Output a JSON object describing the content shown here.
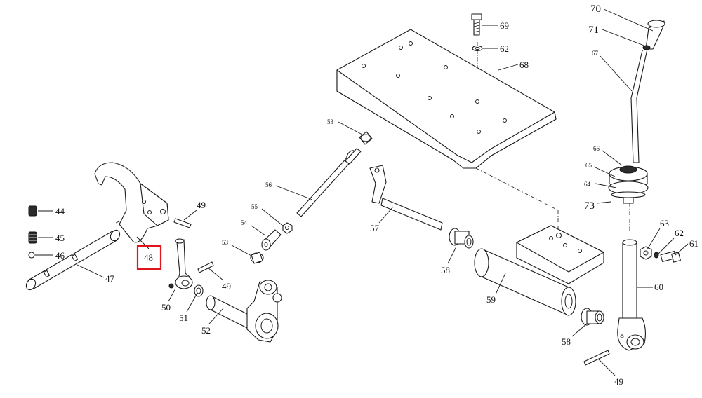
{
  "highlight": {
    "label": "48",
    "color": "#e0151b"
  },
  "callouts": {
    "p44": "44",
    "p45": "45",
    "p46": "46",
    "p47": "47",
    "p48": "48",
    "p49a": "49",
    "p49b": "49",
    "p49c": "49",
    "p50": "50",
    "p51": "51",
    "p52": "52",
    "p53a": "53",
    "p53b": "53",
    "p54": "54",
    "p55": "55",
    "p56": "56",
    "p57": "57",
    "p58a": "58",
    "p58b": "58",
    "p59": "59",
    "p60": "60",
    "p61": "61",
    "p62a": "62",
    "p62b": "62",
    "p63": "63",
    "p64": "64",
    "p65": "65",
    "p66": "66",
    "p67": "67",
    "p68": "68",
    "p69": "69",
    "p70": "70",
    "p71": "71",
    "p73": "73"
  }
}
